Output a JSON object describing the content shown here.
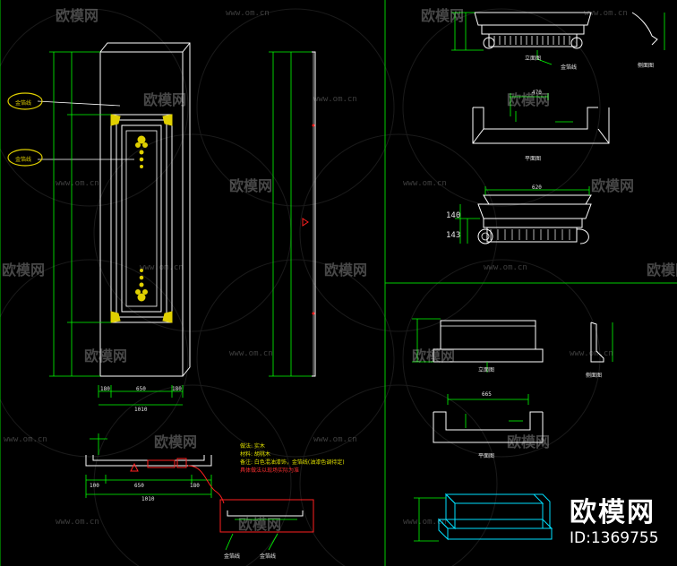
{
  "drawing": {
    "colors": {
      "background": "#000000",
      "outline": "#ffffff",
      "dimension": "#00ff00",
      "frame": "#00cc00",
      "accent_red": "#ff2020",
      "ornament": "#e0d000",
      "cyan": "#00e0ff"
    },
    "watermark": {
      "brand": "欧模网",
      "url": "www.om.cn"
    },
    "brand_badge": {
      "name": "欧模网",
      "id_text": "ID:1369755"
    },
    "left_panel": {
      "callouts": [
        {
          "text": "金箔线"
        },
        {
          "text": "金箔线"
        }
      ],
      "dims": {
        "width_parts": [
          "180",
          "650",
          "180"
        ],
        "width_total": "1010"
      },
      "notes": [
        "做法: 实木",
        "材料: 胡桃木",
        "备注: 白色混油漆饰，金箔线(油漆色调待定)",
        "具体做法以现场实际为准"
      ],
      "section_dims": [
        "100",
        "650",
        "180"
      ],
      "section_total": "1010",
      "section_labels": [
        "金箔线",
        "金箔线"
      ]
    },
    "right_top": {
      "labels": [
        "立面图",
        "金箔线",
        "侧面图",
        "平面图"
      ],
      "dims": [
        "470",
        "620",
        "140",
        "143"
      ]
    },
    "right_bottom": {
      "labels": [
        "立面图",
        "侧面图",
        "平面图"
      ],
      "dims": [
        "665"
      ]
    }
  }
}
